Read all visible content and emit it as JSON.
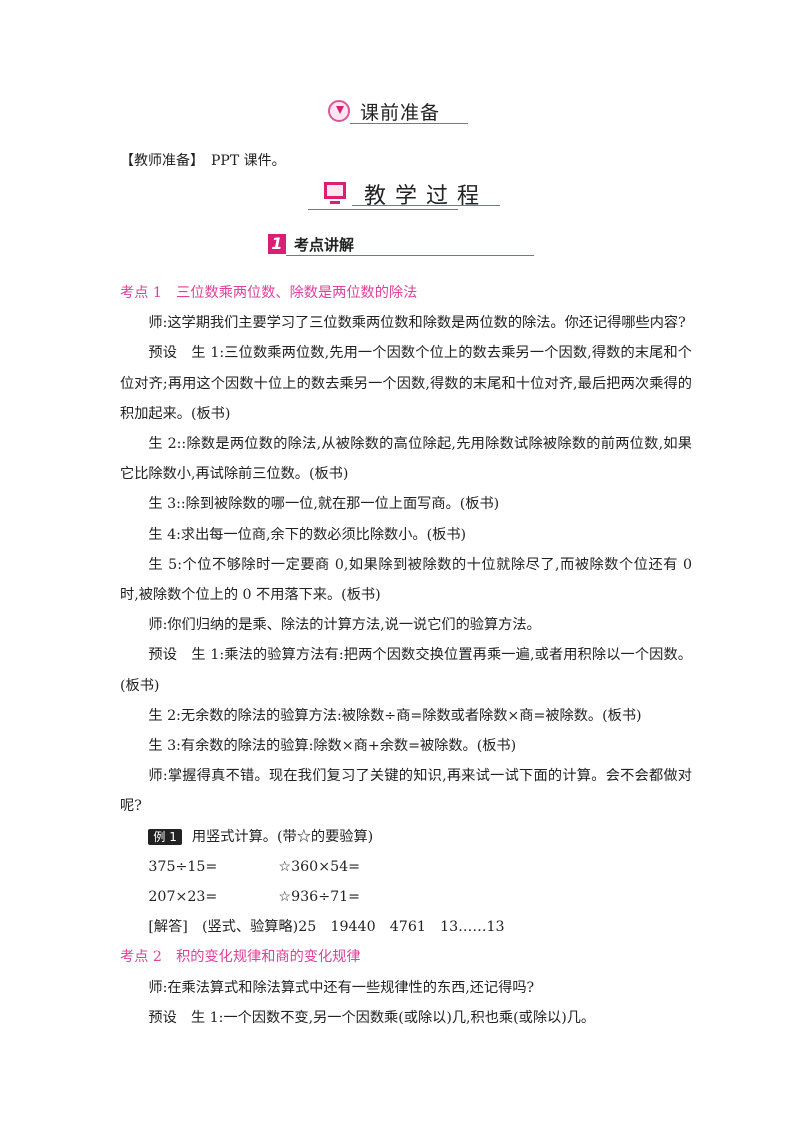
{
  "sections": {
    "prep_title": "课前准备",
    "teacher_prep": "【教师准备】　PPT 课件。",
    "process_title": "教学过程",
    "sub_number": "1",
    "sub_title": "考点讲解"
  },
  "content": {
    "kp1": "考点 1　三位数乘两位数、除数是两位数的除法",
    "p1": "师:这学期我们主要学习了三位数乘两位数和除数是两位数的除法。你还记得哪些内容?",
    "p2": "预设　生 1:三位数乘两位数,先用一个因数个位上的数去乘另一个因数,得数的末尾和个位对齐;再用这个因数十位上的数去乘另一个因数,得数的末尾和十位对齐,最后把两次乘得的积加起来。(板书)",
    "p3": "生 2::除数是两位数的除法,从被除数的高位除起,先用除数试除被除数的前两位数,如果它比除数小,再试除前三位数。(板书)",
    "p4": "生 3::除到被除数的哪一位,就在那一位上面写商。(板书)",
    "p5": "生 4:求出每一位商,余下的数必须比除数小。(板书)",
    "p6": "生 5:个位不够除时一定要商 0,如果除到被除数的十位就除尽了,而被除数个位还有 0 时,被除数个位上的 0 不用落下来。(板书)",
    "p7": "师:你们归纳的是乘、除法的计算方法,说一说它们的验算方法。",
    "p8": "预设　生 1:乘法的验算方法有:把两个因数交换位置再乘一遍,或者用积除以一个因数。(板书)",
    "p9": "生 2:无余数的除法的验算方法:被除数÷商=除数或者除数×商=被除数。(板书)",
    "p10": "生 3:有余数的除法的验算:除数×商+余数=被除数。(板书)",
    "p11": "师:掌握得真不错。现在我们复习了关键的知识,再来试一试下面的计算。会不会都做对呢?",
    "example_label": "例 1",
    "example_text": "用竖式计算。(带☆的要验算)",
    "calc": [
      "375÷15=",
      "☆360×54=",
      "207×23=",
      "☆936÷71="
    ],
    "answer": "[解答]　(竖式、验算略)25　19440　4761　13……13",
    "kp2": "考点 2　积的变化规律和商的变化规律",
    "p12": "师:在乘法算式和除法算式中还有一些规律性的东西,还记得吗?",
    "p13": "预设　生 1:一个因数不变,另一个因数乘(或除以)几,积也乘(或除以)几。"
  },
  "colors": {
    "accent": "#e0409a",
    "heading_line": "#d9468a"
  }
}
